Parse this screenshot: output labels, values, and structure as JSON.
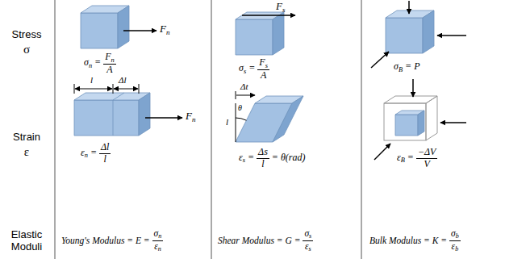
{
  "diagram": {
    "labels": [
      "Stress",
      "σ",
      "Strain",
      "ε",
      "Elastic Moduli",
      "F",
      "n",
      "σ",
      "n",
      "=",
      "F",
      "n",
      "A",
      "l",
      "Δl",
      "F",
      "n",
      "ε",
      "n",
      "=",
      "Δl",
      "l",
      "Young's Modulus = E =",
      "σ",
      "n",
      "ε",
      "n",
      "F",
      "s",
      "σ",
      "s",
      "=",
      "F",
      "s",
      "A",
      "Δt",
      "l",
      "θ",
      "ε",
      "s",
      "=",
      "Δs",
      "l",
      "=",
      "θ(rad)",
      "Shear Modulus = G =",
      "σ",
      "s",
      "ε",
      "s",
      "σ",
      "B",
      "=",
      "P",
      "ε",
      "B",
      "=",
      "−ΔV",
      "V",
      "Bulk Modulus = K =",
      "σ",
      "b",
      "ε",
      "b"
    ]
  }
}
